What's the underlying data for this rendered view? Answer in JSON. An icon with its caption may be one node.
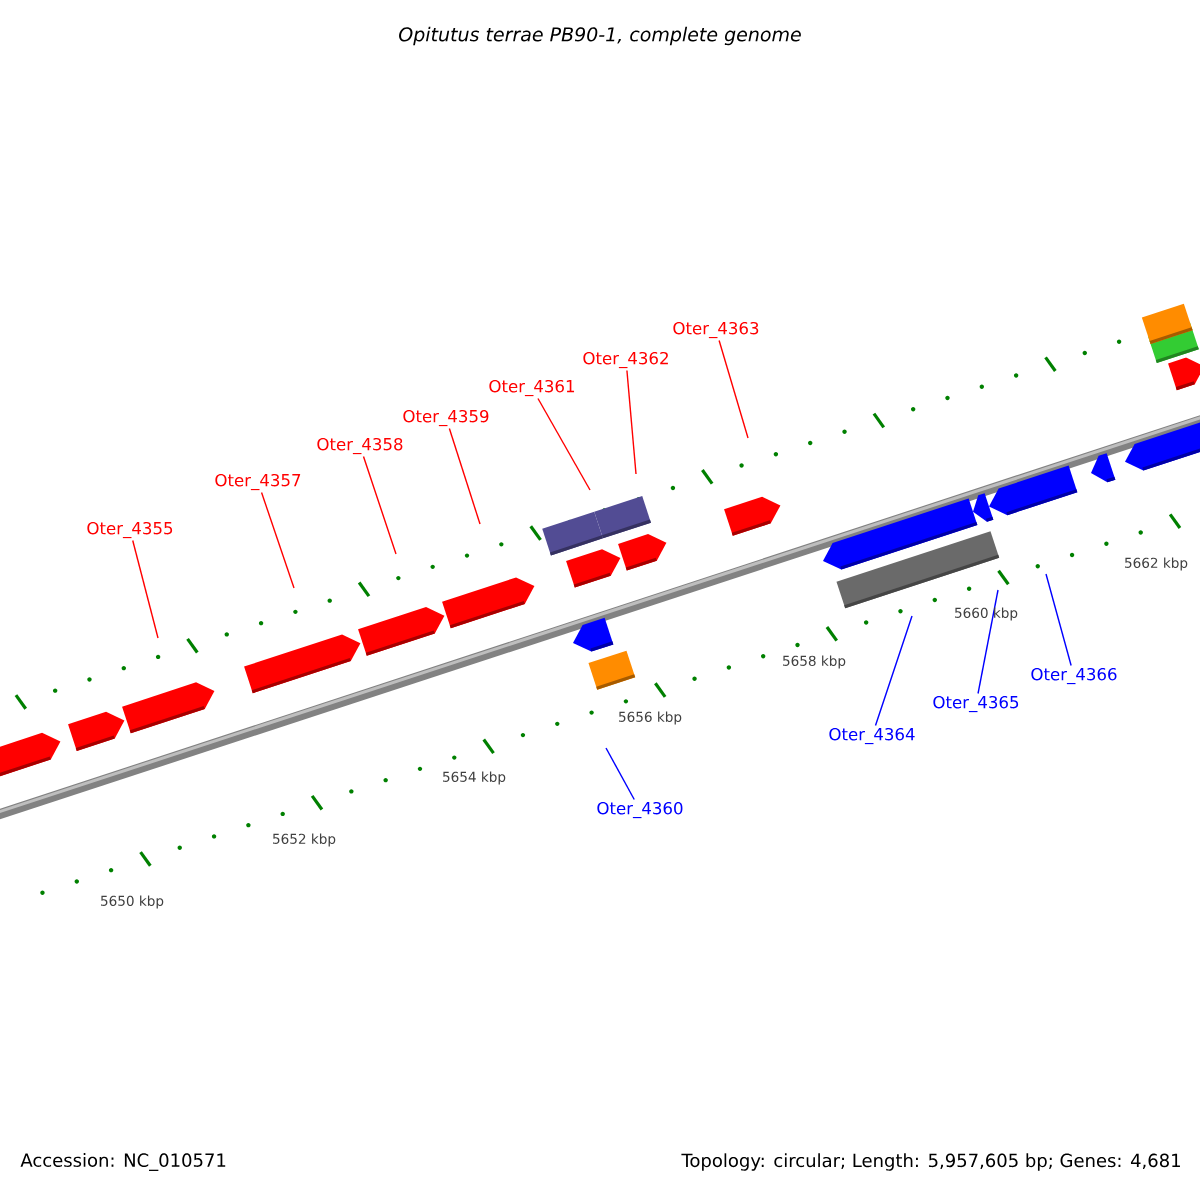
{
  "diagram": {
    "title": "Opitutus terrae PB90-1, complete genome",
    "nodes": [
      {
        "text": [
          "Oter_4355"
        ]
      },
      {
        "text": [
          "Oter_4357"
        ]
      },
      {
        "text": [
          "Oter_4358"
        ]
      },
      {
        "text": [
          "Oter_4359"
        ]
      },
      {
        "text": [
          "Oter_4361"
        ]
      },
      {
        "text": [
          "Oter_4362"
        ]
      },
      {
        "text": [
          "Oter_4363"
        ]
      },
      {
        "text": [
          "Oter_4360"
        ]
      },
      {
        "text": [
          "Oter_4364"
        ]
      },
      {
        "text": [
          "Oter_4365"
        ]
      },
      {
        "text": [
          "Oter_4366"
        ]
      }
    ],
    "edges": [
      {
        "from": 0,
        "to": null,
        "arrow": "none"
      },
      {
        "from": 1,
        "to": null,
        "arrow": "none"
      },
      {
        "from": 2,
        "to": null,
        "arrow": "none"
      },
      {
        "from": 3,
        "to": null,
        "arrow": "none"
      },
      {
        "from": 4,
        "to": null,
        "arrow": "none"
      },
      {
        "from": 5,
        "to": null,
        "arrow": "none"
      },
      {
        "from": 6,
        "to": null,
        "arrow": "none"
      },
      {
        "from": 7,
        "to": null,
        "arrow": "none",
        "color": "#0000ff"
      },
      {
        "from": 8,
        "to": null,
        "arrow": "none",
        "color": "#0000ff"
      },
      {
        "from": 9,
        "to": null,
        "arrow": "none",
        "color": "#0000ff"
      },
      {
        "from": 10,
        "to": null,
        "arrow": "none",
        "color": "#0000ff"
      }
    ],
    "labels": [
      "5650 kbp",
      "5652 kbp",
      "5654 kbp",
      "5656 kbp",
      "5658 kbp",
      "5660 kbp",
      "5662 kbp",
      "Accession: NC_010571",
      "Topology: circular; Length: 5,957,605 bp; Genes: 4,681"
    ]
  }
}
